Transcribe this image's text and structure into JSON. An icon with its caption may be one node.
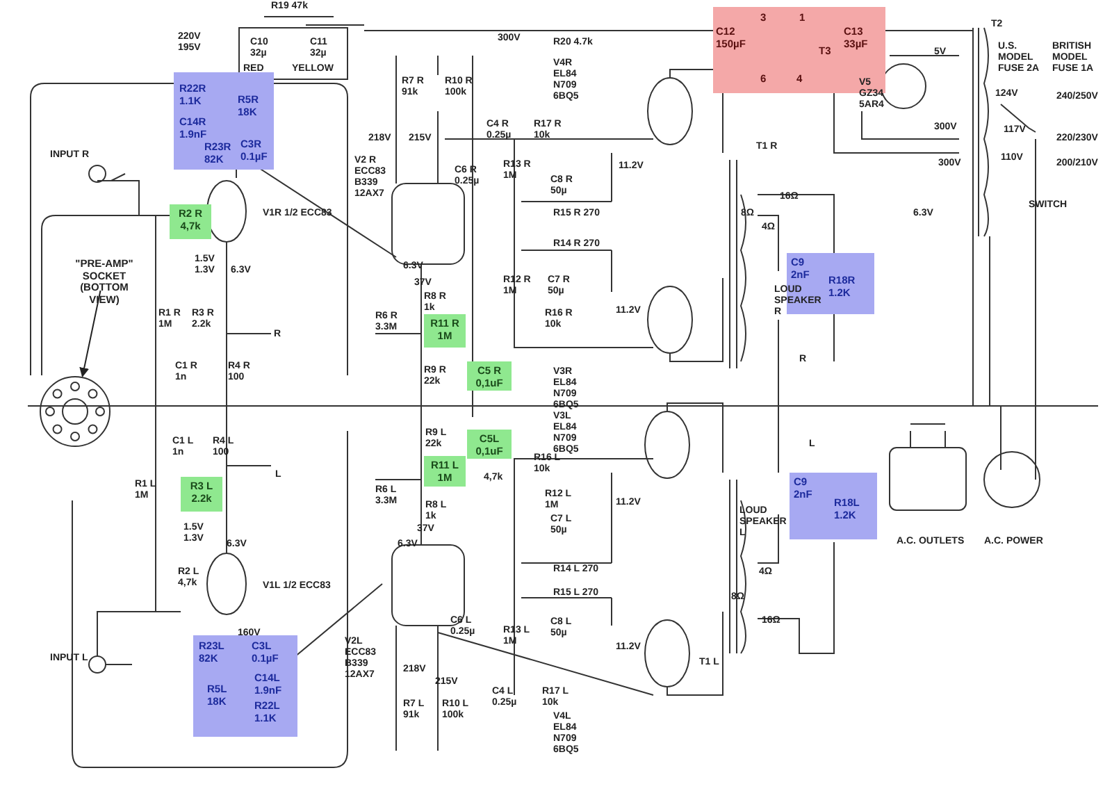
{
  "diagram": {
    "nodes": [
      {
        "text": [
          "R22R 1.1K",
          "R5R 18K",
          "C14R 1.9nF",
          "R23R 82K",
          "C3R 0.1µF"
        ]
      },
      {
        "text": [
          "R2 R 4,7k"
        ]
      },
      {
        "text": [
          "R11 R 1M"
        ]
      },
      {
        "text": [
          "C5 R 0,1uF"
        ]
      },
      {
        "text": [
          "C5L 0,1uF"
        ]
      },
      {
        "text": [
          "R11 L 1M"
        ]
      },
      {
        "text": [
          "R3 L 2.2k"
        ]
      },
      {
        "text": [
          "R23L 82K",
          "C3L 0.1µF",
          "R5L 18K",
          "C14L 1.9nF",
          "R22L 1.1K"
        ]
      },
      {
        "text": [
          "C12 150µF",
          "3",
          "1",
          "T3",
          "C13 33µF",
          "6",
          "4"
        ]
      },
      {
        "text": [
          "C9 2nF",
          "R18R 1.2K"
        ]
      },
      {
        "text": [
          "C9 2nF",
          "R18L 1.2K"
        ]
      },
      {
        "text": [
          "\"PRE-AMP\" SOCKET (BOTTOM VIEW)"
        ]
      },
      {
        "text": [],
        "shape": "circle"
      }
    ],
    "edges": [
      {
        "from": 11,
        "to": 12,
        "arrow": "to"
      }
    ],
    "labels": [
      "R19 47k",
      "C10 32µ",
      "C11 32µ",
      "RED",
      "YELLOW",
      "220V 195V",
      "300V",
      "R20 4.7k",
      "T2",
      "5V",
      "U.S. MODEL FUSE 2A",
      "BRITISH MODEL FUSE 1A",
      "V4R EL84 N709 6BQ5",
      "V5 GZ34 5AR4",
      "R7 R 91k",
      "R10 R 100k",
      "124V",
      "240/250V",
      "218V",
      "215V",
      "C4 R 0.25µ",
      "R17 R 10k",
      "300V",
      "117V",
      "220/230V",
      "INPUT R",
      "T1 R",
      "300V",
      "110V",
      "200/210V",
      "V2 R ECC83 B339 12AX7",
      "C6 R 0.25µ",
      "R13 R 1M",
      "11.2V",
      "C8 R 50µ",
      "V1R 1/2 ECC83",
      "16Ω",
      "SWITCH",
      "8Ω",
      "6.3V",
      "4Ω",
      "R15 R 270",
      "R14 R 270",
      "1.5V 1.3V",
      "6.3V",
      "6.3V",
      "37V",
      "R12 R 1M",
      "C7 R 50µ",
      "R1 R 1M",
      "R3 R 2.2k",
      "R8 R 1k",
      "11.2V",
      "LOUD SPEAKER R",
      "R6 R 3.3M",
      "R16 R 10k",
      "R",
      "C1 R 1n",
      "R4 R 100",
      "R9 R 22k",
      "V3R EL84 N709 6BQ5",
      "R",
      "V3L EL84 N709 6BQ5",
      "R9 L 22k",
      "C1 L 1n",
      "R4 L 100",
      "L",
      "R16 L 10k",
      "R1 L 1M",
      "4,7k",
      "R6 L 3.3M",
      "R12 L 1M",
      "11.2V",
      "R8 L 1k",
      "L",
      "1.5V 1.3V",
      "6.3V",
      "6.3V",
      "37V",
      "C7 L 50µ",
      "LOUD SPEAKER L",
      "A.C. OUTLETS",
      "A.C. POWER",
      "R14 L 270",
      "R2 L 4,7k",
      "V1L 1/2 ECC83",
      "4Ω",
      "R15 L 270",
      "8Ω",
      "16Ω",
      "C6 L 0.25µ",
      "R13 L 1M",
      "C8 L 50µ",
      "160V",
      "11.2V",
      "V2L ECC83 B339 12AX7",
      "INPUT L",
      "T1 L",
      "218V",
      "215V",
      "C4 L 0.25µ",
      "R17 L 10k",
      "R7 L 91k",
      "R10 L 100k",
      "V4L EL84 N709 6BQ5"
    ]
  }
}
